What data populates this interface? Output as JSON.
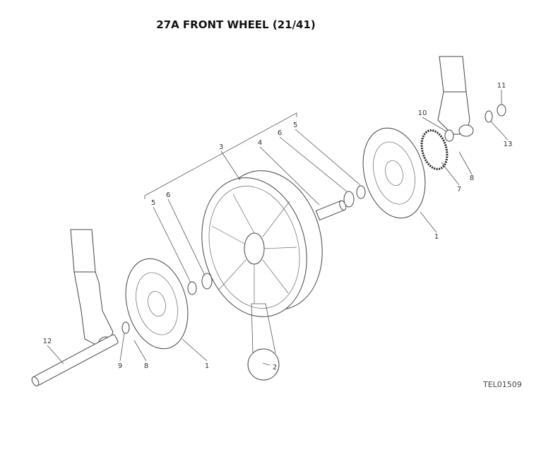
{
  "title": "27A FRONT WHEEL (21/41)",
  "drawing_code": "TEL01509",
  "callouts": {
    "c1a": "1",
    "c1b": "1",
    "c2": "2",
    "c3": "3",
    "c4": "4",
    "c5a": "5",
    "c5b": "5",
    "c6a": "6",
    "c6b": "6",
    "c7": "7",
    "c8a": "8",
    "c8b": "8",
    "c9": "9",
    "c10": "10",
    "c11": "11",
    "c12": "12",
    "c13": "13"
  }
}
